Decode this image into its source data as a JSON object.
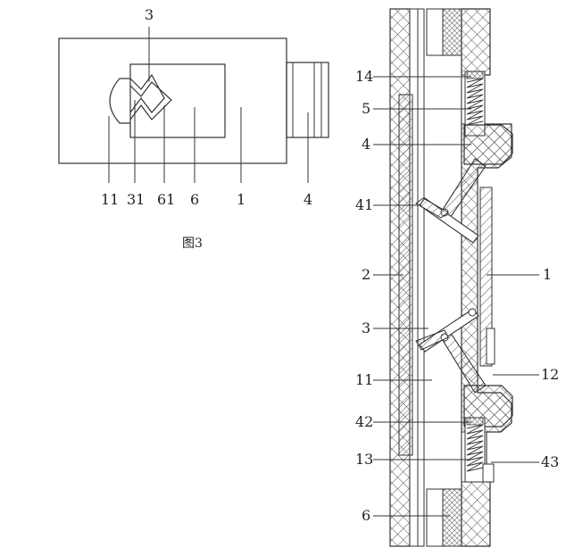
{
  "figure3": {
    "caption": "图3",
    "labels": {
      "top": "3",
      "b11": "11",
      "b31": "31",
      "b61": "61",
      "b6": "6",
      "b1": "1",
      "b4": "4"
    }
  },
  "right_figure": {
    "labels": {
      "l14": "14",
      "l5": "5",
      "l4": "4",
      "l41": "41",
      "l2": "2",
      "l3": "3",
      "l11": "11",
      "l42": "42",
      "l13": "13",
      "l6": "6",
      "r1": "1",
      "r12": "12",
      "r43": "43"
    }
  },
  "colors": {
    "line": "#333333",
    "hatch": "#555555",
    "cross": "#444444",
    "background": "#ffffff"
  }
}
